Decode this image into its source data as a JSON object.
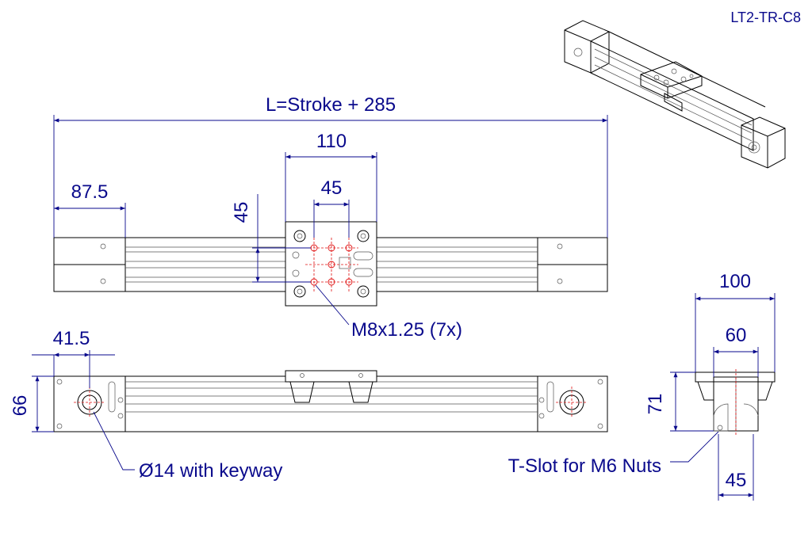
{
  "drawing": {
    "part_number": "LT2-TR-C8",
    "dimensions": {
      "overall_length": "L=Stroke + 285",
      "carriage_width": "110",
      "end_length": "87.5",
      "hole_spacing_x": "45",
      "hole_spacing_y": "45",
      "shaft_offset": "41.5",
      "height": "66",
      "end_width": "100",
      "rail_width": "60",
      "end_height": "71",
      "tslot_width": "45"
    },
    "callouts": {
      "threads": "M8x1.25 (7x)",
      "shaft": "Ø14 with keyway",
      "tslot": "T-Slot for M6 Nuts"
    },
    "colors": {
      "dimension": "#0a0a8c",
      "centerline": "#e01010",
      "outline": "#000000"
    }
  }
}
